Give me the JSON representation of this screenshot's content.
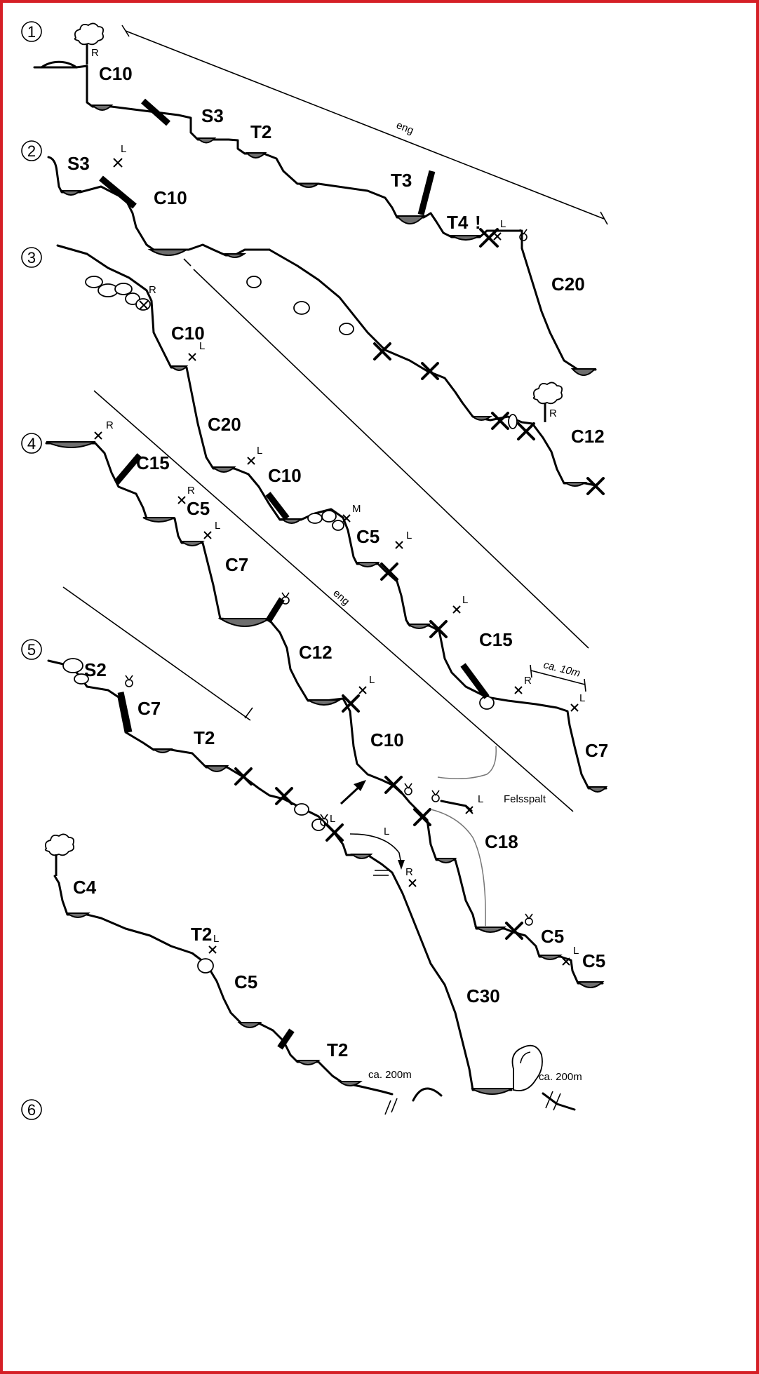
{
  "section_numbers": [
    "1",
    "2",
    "3",
    "4",
    "5",
    "6"
  ],
  "obstacle_labels": {
    "s1_c10": "C10",
    "s1_s3": "S3",
    "s1_t2": "T2",
    "s2_s3": "S3",
    "s2_c10": "C10",
    "s2_t3": "T3",
    "s2_t4": "T4",
    "s2_warning": "!",
    "s2_c20": "C20",
    "s3_c10": "C10",
    "s3_c20": "C20",
    "s3_c10b": "C10",
    "s3_c5": "C5",
    "s3_c15": "C15",
    "s3_c12": "C12",
    "s3_c7": "C7",
    "s4_c15": "C15",
    "s4_c5": "C5",
    "s4_c7": "C7",
    "s4_c12": "C12",
    "s4_c10": "C10",
    "s4_c18": "C18",
    "s4_c5b": "C5",
    "s4_c5c": "C5",
    "s5_s2": "S2",
    "s5_c7": "C7",
    "s5_t2": "T2",
    "s5_c30": "C30",
    "s6_c4": "C4",
    "s6_t2": "T2",
    "s6_c5": "C5",
    "s6_t2b": "T2"
  },
  "anchor_labels": {
    "R": "R",
    "L": "L",
    "M": "M"
  },
  "annotations": {
    "eng_1": "eng",
    "eng_2": "eng",
    "ca10m": "ca. 10m",
    "felsspalt": "Felsspalt",
    "ca200m_a": "ca. 200m",
    "ca200m_b": "ca. 200m"
  },
  "colors": {
    "frame": "#d51f26",
    "pool": "#6e6e6e",
    "ink": "#000000"
  },
  "icons": [
    "tree-icon",
    "boulder-icon",
    "anchor-x-icon",
    "rappel-ring-icon",
    "arrow-icon"
  ]
}
